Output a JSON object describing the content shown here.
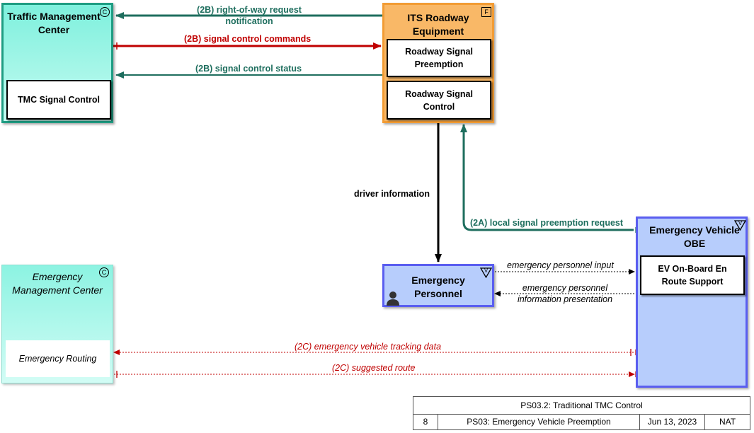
{
  "elements": {
    "tmc": {
      "title_l1": "Traffic Management",
      "title_l2": "Center",
      "badge": "C",
      "inner": "TMC Signal Control"
    },
    "its": {
      "title_l1": "ITS Roadway",
      "title_l2": "Equipment",
      "badge": "F",
      "inner1_l1": "Roadway Signal",
      "inner1_l2": "Preemption",
      "inner2_l1": "Roadway Signal",
      "inner2_l2": "Control"
    },
    "emc": {
      "title_l1": "Emergency",
      "title_l2": "Management Center",
      "badge": "C",
      "inner": "Emergency Routing"
    },
    "ep": {
      "title_l1": "Emergency",
      "title_l2": "Personnel",
      "badge": "V"
    },
    "evobe": {
      "title_l1": "Emergency Vehicle",
      "title_l2": "OBE",
      "badge": "V",
      "inner_l1": "EV On-Board En",
      "inner_l2": "Route Support"
    }
  },
  "flows": {
    "row_request_l1": "(2B) right-of-way request",
    "row_request_l2": "notification",
    "signal_commands": "(2B) signal control commands",
    "signal_status": "(2B) signal control status",
    "driver_info": "driver information",
    "local_preempt": "(2A) local signal preemption request",
    "ep_input": "emergency personnel input",
    "ep_present_l1": "emergency personnel",
    "ep_present_l2": "information presentation",
    "ev_tracking": "(2C) emergency vehicle tracking data",
    "suggested_route": "(2C) suggested route"
  },
  "info_table": {
    "title": "PS03.2: Traditional TMC Control",
    "number": "8",
    "package": "PS03: Emergency Vehicle Preemption",
    "date": "Jun 13, 2023",
    "scope": "NAT"
  },
  "colors": {
    "green_flow": "#1e6e5e",
    "red_flow": "#c00000",
    "black_flow": "#000000"
  }
}
